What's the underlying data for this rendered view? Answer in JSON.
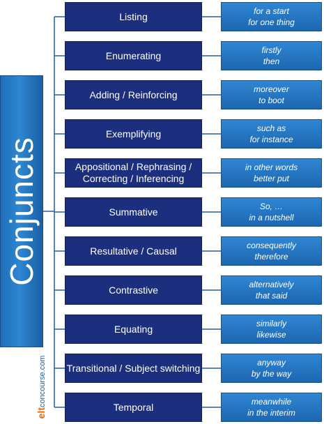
{
  "title": "Conjuncts",
  "watermark": {
    "prefix": "elt",
    "rest": "concourse.com"
  },
  "rows": [
    {
      "term": "Listing",
      "examples": [
        "for a start",
        "for one thing"
      ]
    },
    {
      "term": "Enumerating",
      "examples": [
        "firstly",
        "then"
      ]
    },
    {
      "term": "Adding / Reinforcing",
      "examples": [
        "moreover",
        "to boot"
      ]
    },
    {
      "term": "Exemplifying",
      "examples": [
        "such as",
        "for instance"
      ]
    },
    {
      "term": "Appositional / Rephrasing / Correcting / Inferencing",
      "examples": [
        "in other words",
        "better put"
      ]
    },
    {
      "term": "Summative",
      "examples": [
        "So, …",
        "in a nutshell"
      ]
    },
    {
      "term": "Resultative / Causal",
      "examples": [
        "consequently",
        "therefore"
      ]
    },
    {
      "term": "Contrastive",
      "examples": [
        "alternatively",
        "that said"
      ]
    },
    {
      "term": "Equating",
      "examples": [
        "similarly",
        "likewise"
      ]
    },
    {
      "term": "Transitional / Subject switching",
      "examples": [
        "anyway",
        "by the way"
      ]
    },
    {
      "term": "Temporal",
      "examples": [
        "meanwhile",
        "in the interim"
      ]
    }
  ]
}
